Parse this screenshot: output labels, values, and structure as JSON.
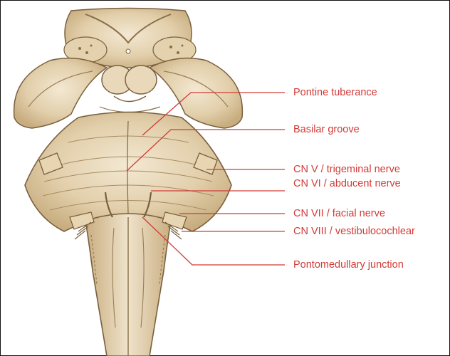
{
  "figure": {
    "labels": [
      {
        "id": "pontine-tuberance",
        "text": "Pontine tuberance"
      },
      {
        "id": "basilar-groove",
        "text": "Basilar groove"
      },
      {
        "id": "cn-v",
        "text": "CN V / trigeminal nerve"
      },
      {
        "id": "cn-vi",
        "text": "CN VI / abducent nerve"
      },
      {
        "id": "cn-vii",
        "text": "CN VII / facial nerve"
      },
      {
        "id": "cn-viii",
        "text": "CN VIII / vestibulocochlear"
      },
      {
        "id": "pontomedullary-junction",
        "text": "Pontomedullary junction"
      }
    ],
    "colors": {
      "label": "#d23a36",
      "leader_line": "#d23a36",
      "tissue_light": "#efe2c8",
      "tissue_mid": "#d9c39b",
      "tissue_dark": "#a88c62",
      "outline": "#7a5f3c"
    }
  }
}
